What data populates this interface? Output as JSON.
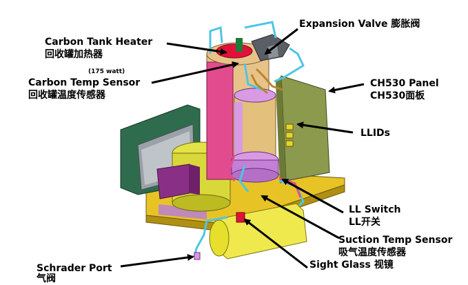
{
  "labels": {
    "carbon_tank_heater": "Carbon Tank Heater",
    "carbon_tank_heater_cn": "回收罐加热器",
    "heater_wattage": "(175 watt)",
    "carbon_temp_sensor": "Carbon Temp Sensor",
    "carbon_temp_sensor_cn": "回收罐温度传感器",
    "expansion_valve": "Expansion Valve 膨胀阀",
    "ch530_panel": "CH530 Panel",
    "ch530_panel_cn": "CH530面板",
    "llids": "LLIDs",
    "ll_switch": "LL Switch",
    "ll_switch_cn": "LL开关",
    "suction_temp_sensor": "Suction Temp Sensor",
    "suction_temp_sensor_cn": "吸气温度传感器",
    "sight_glass": "Sight Glass 视镜",
    "schrader_port": "Schrader Port",
    "schrader_port_cn": "气阀"
  },
  "colors": {
    "base_plate": "#e7c326",
    "carbon_tank": "#e7c38a",
    "tank_pink": "#e24c8e",
    "compressor": "#d9d83a",
    "compressor_block": "#8a2f86",
    "panel": "#8b9a4d",
    "condenser": "#2f6b4d",
    "heater_red": "#e0123a",
    "receiver": "#efe94d",
    "accumulator_lavender": "#d89be3",
    "pipes_cyan": "#4ec5e6",
    "arrows": "#000000"
  }
}
